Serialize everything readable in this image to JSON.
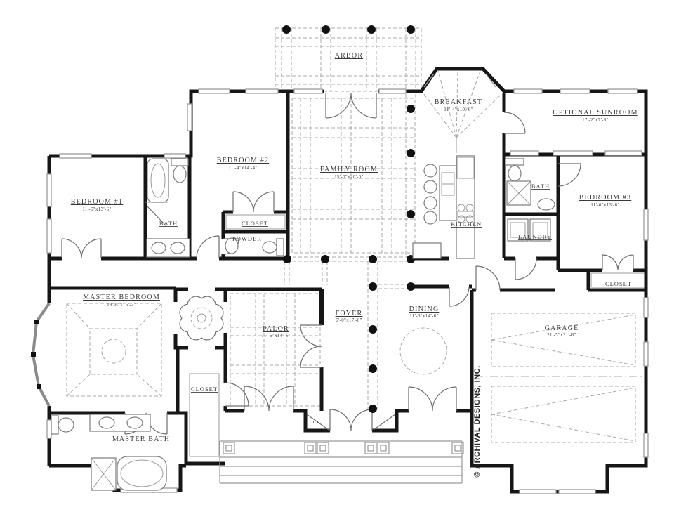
{
  "rooms": {
    "arbor": {
      "name": "ARBOR"
    },
    "breakfast": {
      "name": "BREAKFAST",
      "dims": "11'-4\"x10'-6\""
    },
    "optional_sunroom": {
      "name": "OPTIONAL SUNROOM",
      "dims": "17'-2\"x7'-8\""
    },
    "bedroom_1": {
      "name": "BEDROOM #1",
      "dims": "11'-6\"x13'-6\""
    },
    "bedroom_2": {
      "name": "BEDROOM #2",
      "dims": "11'-4\"x14'-4\""
    },
    "bedroom_3": {
      "name": "BEDROOM #3",
      "dims": "11'-0\"x13'-6\""
    },
    "family_room": {
      "name": "FAMILY ROOM",
      "dims": "15'-0\"x20'-0\""
    },
    "master_bedroom": {
      "name": "MASTER BEDROOM",
      "dims": "18'-6\"x15'-2\""
    },
    "palor": {
      "name": "PALOR",
      "dims": "11'-6\"x14'-6\""
    },
    "foyer": {
      "name": "FOYER",
      "dims": "6'-0\"x17'-0\""
    },
    "dining": {
      "name": "DINING",
      "dims": "11'-6\"x14'-6\""
    },
    "garage": {
      "name": "GARAGE",
      "dims": "21'-5\"x21'-8\""
    },
    "kitchen": {
      "name": "KITCHEN"
    },
    "bath_left": {
      "name": "BATH"
    },
    "bath_right": {
      "name": "BATH"
    },
    "laundry": {
      "name": "LAUNDRY"
    },
    "powder": {
      "name": "POWDER"
    },
    "closet_bedroom2": {
      "name": "CLOSET"
    },
    "closet_bedroom3": {
      "name": "CLOSET"
    },
    "master_closet": {
      "name": "CLOSET"
    },
    "master_bath": {
      "name": "MASTER BATH"
    }
  },
  "annotations": {
    "coat_closet_left": "C.C.",
    "coat_closet_right": "C.C.",
    "copyright": "© ARCHIVAL DESIGNS, INC."
  },
  "colors": {
    "wall": "#161616",
    "dashed_line": "#a8a8a8",
    "text": "#3a3a3a"
  }
}
